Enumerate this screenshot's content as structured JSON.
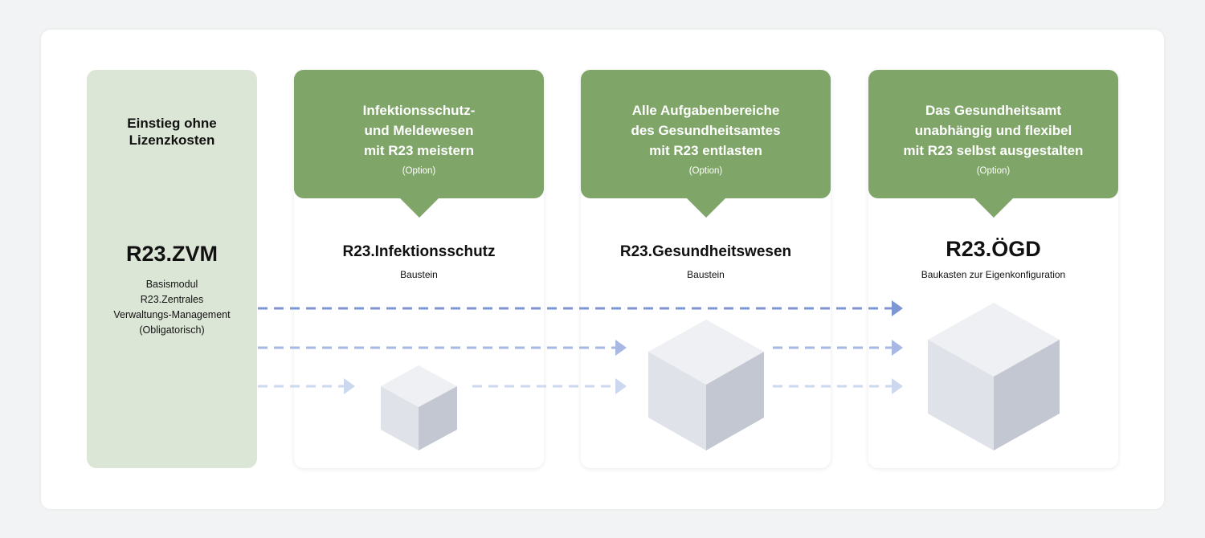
{
  "colors": {
    "green_header": "#7fa568",
    "zvm_background": "#dce6d6",
    "arrow_dark": "#7e96d3",
    "arrow_mid": "#a6b8e3",
    "arrow_light": "#ccd7f0",
    "cube_top": "#eef0f3",
    "cube_left": "#dfe2e8",
    "cube_right": "#c3c7d2"
  },
  "zvm": {
    "intro_lines": [
      "Einstieg ohne",
      "Lizenzkosten"
    ],
    "name": "R23.ZVM",
    "desc_lines": [
      "Basismodul",
      "R23.Zentrales",
      "Verwaltungs-Management",
      "(Obligatorisch)"
    ]
  },
  "modules": [
    {
      "header_lines": [
        "Infektionsschutz-",
        "und Meldewesen",
        "mit R23 meistern"
      ],
      "option": "(Option)",
      "name": "R23.Infektionsschutz",
      "subtitle": "Baustein",
      "cube_icon": "small-cube-icon"
    },
    {
      "header_lines": [
        "Alle Aufgabenbereiche",
        "des Gesundheitsamtes",
        "mit R23 entlasten"
      ],
      "option": "(Option)",
      "name": "R23.Gesundheitswesen",
      "subtitle": "Baustein",
      "cube_icon": "medium-cube-icon"
    },
    {
      "header_lines": [
        "Das Gesundheitsamt",
        "unabhängig und flexibel",
        "mit R23 selbst ausgestalten"
      ],
      "option": "(Option)",
      "name": "R23.ÖGD",
      "subtitle": "Baukasten zur Eigenkonfiguration",
      "cube_icon": "large-cube-icon"
    }
  ]
}
